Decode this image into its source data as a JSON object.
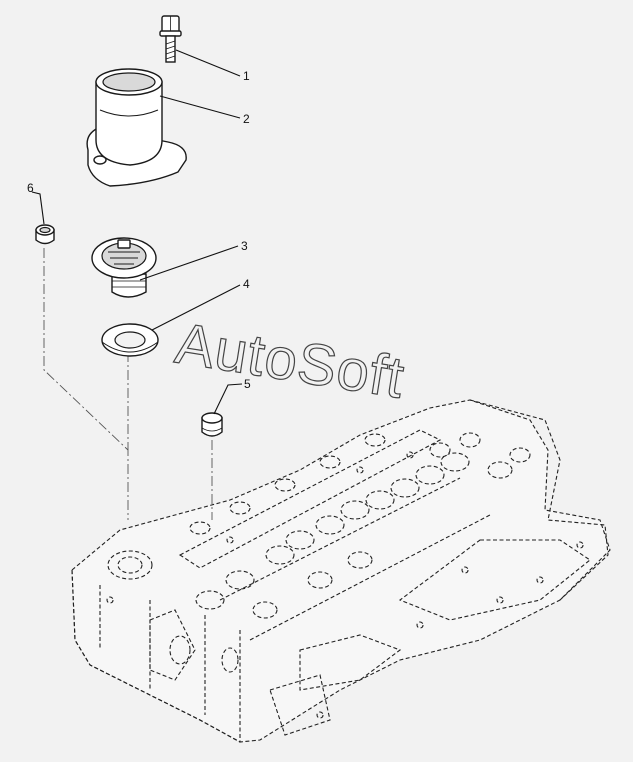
{
  "callouts": [
    {
      "id": "1",
      "label": "1"
    },
    {
      "id": "2",
      "label": "2"
    },
    {
      "id": "3",
      "label": "3"
    },
    {
      "id": "4",
      "label": "4"
    },
    {
      "id": "5",
      "label": "5"
    },
    {
      "id": "6",
      "label": "6"
    }
  ],
  "watermark": "AutoSoft",
  "parts": {
    "bolt": "bolt-icon",
    "outlet_housing": "coolant-outlet-housing-icon",
    "thermostat": "thermostat-icon",
    "seal_ring": "seal-ring-icon",
    "plug_right": "plug-icon",
    "plug_left": "plug-icon",
    "cylinder_head": "cylinder-head-icon"
  },
  "colors": {
    "background": "#f2f2f2",
    "line": "#1a1a1a"
  }
}
